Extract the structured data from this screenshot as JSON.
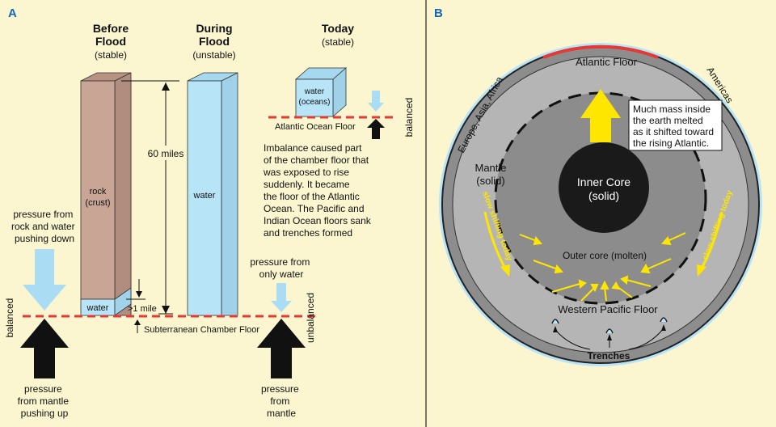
{
  "panel_a": {
    "letter": "A",
    "before": {
      "title_line1": "Before",
      "title_line2": "Flood",
      "state": "(stable)"
    },
    "during": {
      "title_line1": "During",
      "title_line2": "Flood",
      "state": "(unstable)"
    },
    "today": {
      "title": "Today",
      "state": "(stable)"
    },
    "rock_label_line1": "rock",
    "rock_label_line2": "(crust)",
    "water_column_label": "water",
    "small_water_label": "water",
    "one_mile_label": ">1 mile",
    "sixty_miles_label": "60 miles",
    "chamber_floor_label": "Subterranean Chamber  Floor",
    "ocean_water_line1": "water",
    "ocean_water_line2": "(oceans)",
    "atlantic_floor_label": "Atlantic Ocean Floor",
    "balanced_right": "balanced",
    "balanced_left": "balanced",
    "unbalanced": "unbalanced",
    "imbalance_text": [
      "Imbalance caused part",
      "of the chamber floor that",
      "was exposed to rise",
      "suddenly. It became",
      "the floor of the Atlantic",
      "Ocean. The Pacific and",
      "Indian Ocean floors sank",
      "and trenches formed"
    ],
    "pressure_rock_water": [
      "pressure from",
      "rock and water",
      "pushing down"
    ],
    "pressure_mantle_up": [
      "pressure",
      "from mantle",
      "pushing up"
    ],
    "pressure_only_water": [
      "pressure from",
      "only water"
    ],
    "pressure_mantle": [
      "pressure",
      "from",
      "mantle"
    ]
  },
  "panel_b": {
    "letter": "B",
    "atlantic_floor": "Atlantic Floor",
    "europe_asia_africa": "Europe, Asia, Africa",
    "americas": "Americas",
    "mantle_line1": "Mantle",
    "mantle_line2": "(solid)",
    "mass_text": [
      "Much mass inside",
      "the earth melted",
      "as it shifted toward",
      "the rising Atlantic."
    ],
    "inner_core_line1": "Inner Core",
    "inner_core_line2": "(solid)",
    "outer_core": "Outer core (molten)",
    "slow_shifting_left": "slow shifting today",
    "slow_shifting_right": "slow shifting today",
    "western_pacific_floor": "Western Pacific Floor",
    "trenches": "Trenches"
  },
  "colors": {
    "background": "#fbf6cf",
    "rock": "#c9a596",
    "water": "#b8e4f7",
    "red_dash": "#e53935",
    "light_arrow": "#aadcf4",
    "yellow": "#ffe600",
    "mantle_gray": "#b5b5b5",
    "outer_core_gray": "#8c8c8c",
    "inner_core": "#1a1a1a",
    "heading_blue": "#1565c0"
  }
}
